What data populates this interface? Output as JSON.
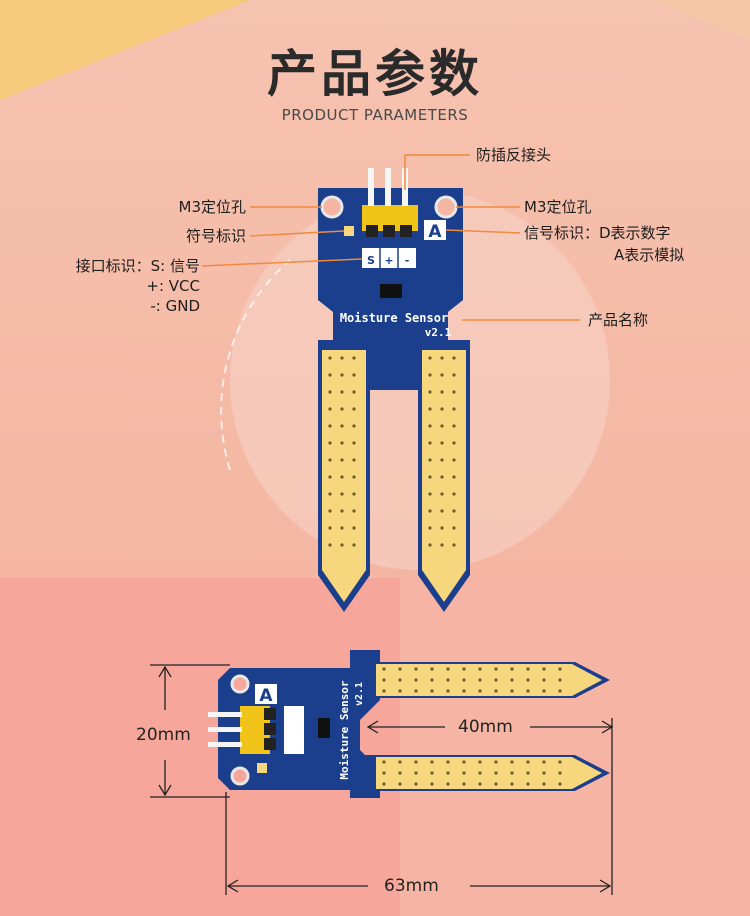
{
  "header": {
    "title": "产品参数",
    "subtitle": "PRODUCT PARAMETERS"
  },
  "callouts": {
    "anti_reverse": "防插反接头",
    "m3_hole_left": "M3定位孔",
    "m3_hole_right": "M3定位孔",
    "symbol_mark": "符号标识",
    "signal_mark": "信号标识：D表示数字",
    "signal_mark_2": "A表示模拟",
    "interface_mark": "接口标识：S: 信号",
    "interface_vcc": "+: VCC",
    "interface_gnd": "-: GND",
    "product_name": "产品名称"
  },
  "board": {
    "name_line1": "Moisture Sensor",
    "name_line2": "v2.1",
    "mode_letter": "A",
    "pins": [
      "S",
      "+",
      "-"
    ]
  },
  "dimensions": {
    "width": "20mm",
    "probe_length": "40mm",
    "total_length": "63mm"
  },
  "colors": {
    "board": "#1b3f8c",
    "gold": "#f6d77d",
    "header_yellow": "#f0c419",
    "callout_line": "#f08a3c"
  }
}
